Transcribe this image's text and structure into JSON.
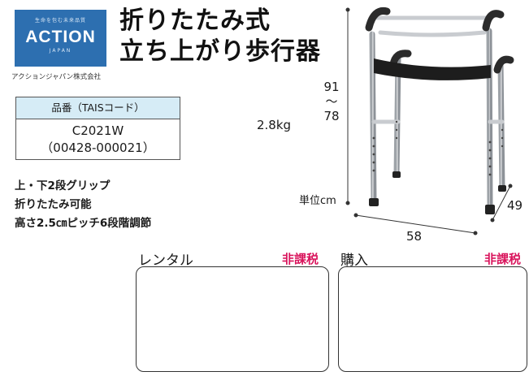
{
  "logo": {
    "tagline": "生命を包む未来品質",
    "brand": "ACTION",
    "sub": "JAPAN",
    "company": "アクションジャパン株式会社"
  },
  "title": {
    "line1": "折りたたみ式",
    "line2": "立ち上がり歩行器"
  },
  "code_table": {
    "header": "品番（TAISコード）",
    "model": "C2021W",
    "tais": "（00428-000021）"
  },
  "specs": {
    "weight": "2.8kg",
    "height_max": "91",
    "height_sep": "〜",
    "height_min": "78",
    "unit": "単位cm",
    "width": "58",
    "depth": "49"
  },
  "features": [
    "上・下2段グリップ",
    "折りたたみ可能",
    "高さ2.5㎝ピッチ6段階調節"
  ],
  "price_boxes": {
    "rental": {
      "label": "レンタル",
      "tax": "非課税"
    },
    "purchase": {
      "label": "購入",
      "tax": "非課税"
    }
  },
  "colors": {
    "accent": "#d9145c",
    "logo_bg": "#2d6fb0",
    "table_header": "#d6ecf6"
  }
}
